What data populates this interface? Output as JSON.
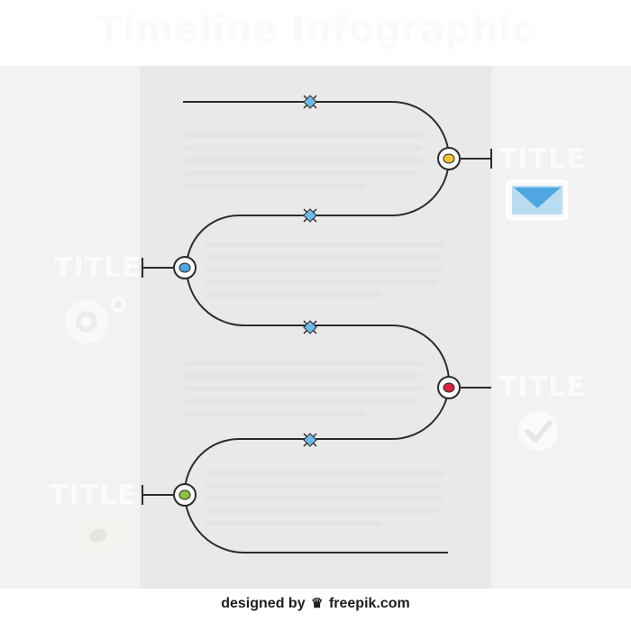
{
  "header": {
    "title": "Timeline Infographic"
  },
  "milestones": [
    {
      "label": "TITLE",
      "node_color": "#f2c534",
      "icon": "envelope-icon"
    },
    {
      "label": "TITLE",
      "node_color": "#4fa6e0",
      "icon": "gear-icon"
    },
    {
      "label": "TITLE",
      "node_color": "#d9243c",
      "icon": "checkmark-icon"
    },
    {
      "label": "TITLE",
      "node_color": "#8fc23e",
      "icon": "donut-icon"
    }
  ],
  "colors": {
    "path": "#2b2b2b",
    "diamond": "#6fb9e8",
    "panel": "#e9e9e9",
    "background": "#f2f2f2"
  },
  "footer": {
    "prefix": "designed by",
    "brand": "freepik.com",
    "logo_icon": "freepik-logo-icon"
  }
}
